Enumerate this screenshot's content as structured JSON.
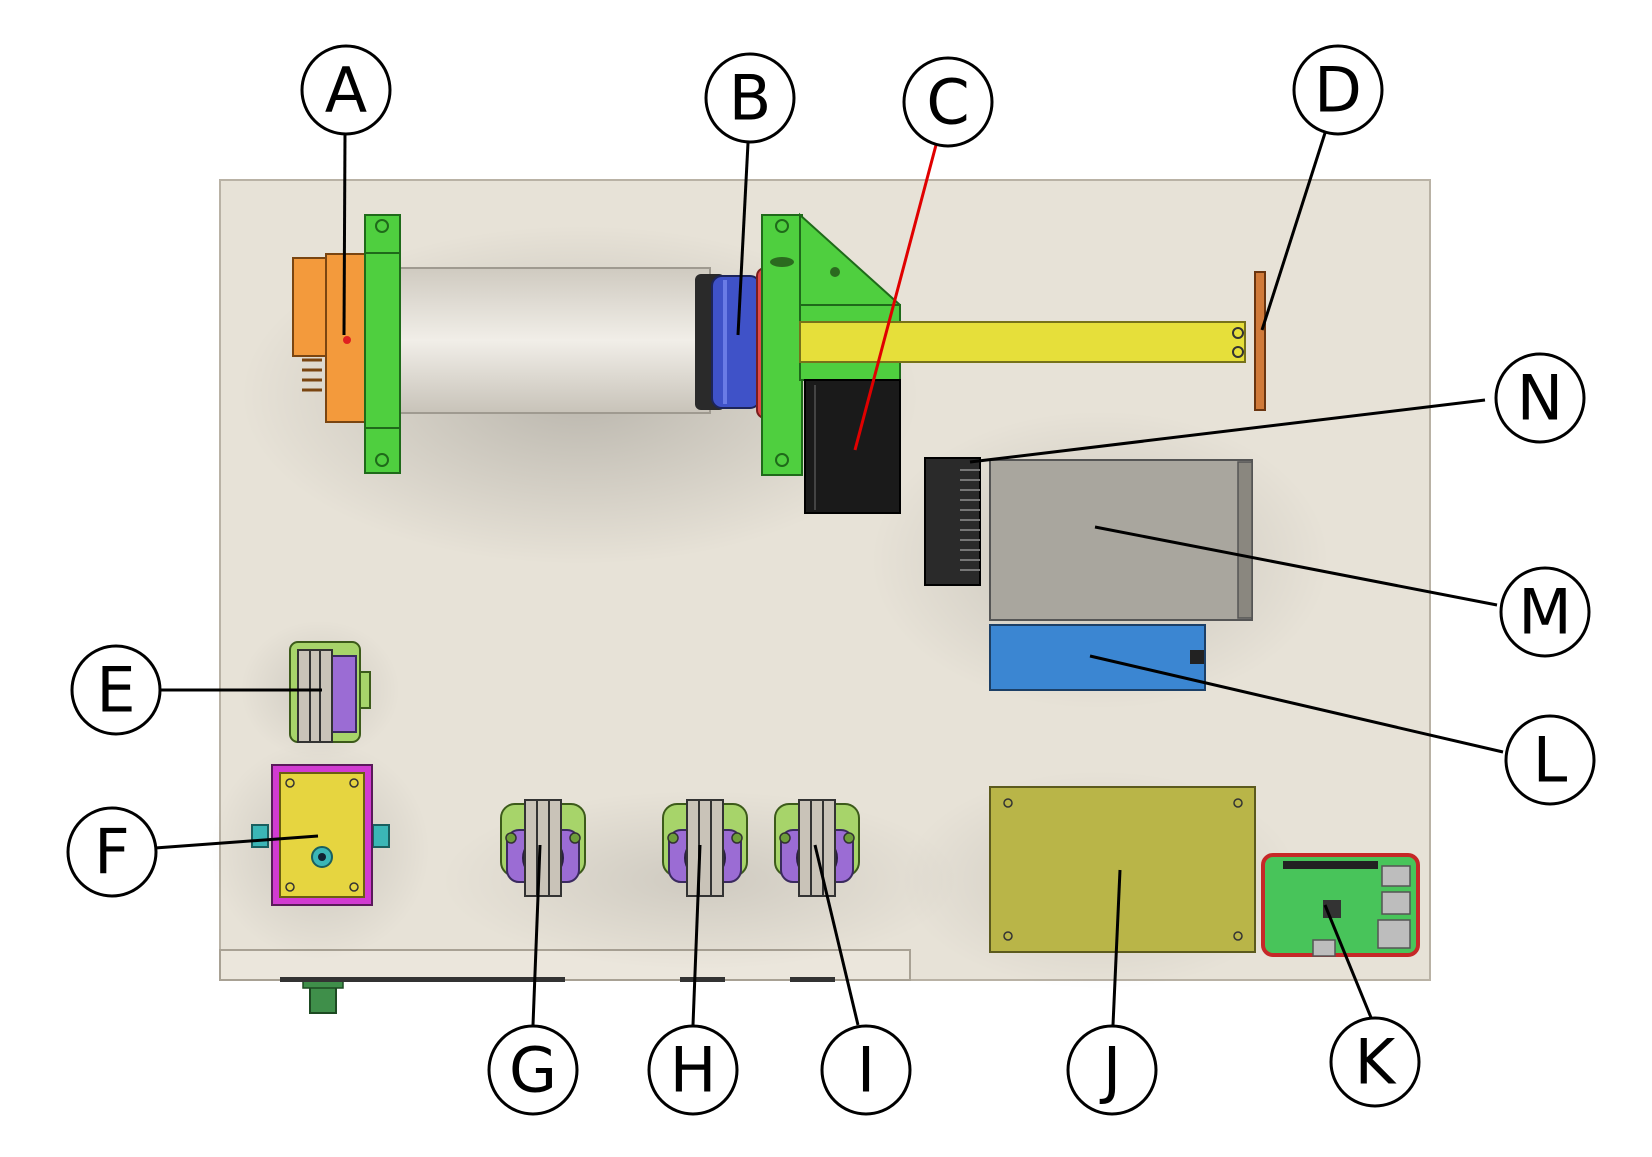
{
  "diagram": {
    "colors": {
      "board": "#e7e2d7",
      "board_edge": "#c9c2b5",
      "clamp_green": "#4fcf3f",
      "valve_orange": "#f39a3c",
      "piston_blue": "#3f52c8",
      "seal_red": "#e04a4a",
      "motor_black": "#1a1a1a",
      "rod_yellow": "#e6df3a",
      "plate_copper": "#d07a3a",
      "psu_gray": "#a9a69e",
      "battery_blue": "#3b86d2",
      "pcb_olive": "#b9b548",
      "pi_green": "#48c45a",
      "box_magenta": "#d13bd1",
      "box_yellow": "#e6d540",
      "pinch_purple": "#9b6cd4",
      "leader_black": "#000000",
      "leader_red": "#e00000"
    },
    "labels": [
      {
        "id": "A",
        "text": "A"
      },
      {
        "id": "B",
        "text": "B"
      },
      {
        "id": "C",
        "text": "C"
      },
      {
        "id": "D",
        "text": "D"
      },
      {
        "id": "E",
        "text": "E"
      },
      {
        "id": "F",
        "text": "F"
      },
      {
        "id": "G",
        "text": "G"
      },
      {
        "id": "H",
        "text": "H"
      },
      {
        "id": "I",
        "text": "I"
      },
      {
        "id": "J",
        "text": "J"
      },
      {
        "id": "K",
        "text": "K"
      },
      {
        "id": "L",
        "text": "L"
      },
      {
        "id": "M",
        "text": "M"
      },
      {
        "id": "N",
        "text": "N"
      }
    ]
  }
}
